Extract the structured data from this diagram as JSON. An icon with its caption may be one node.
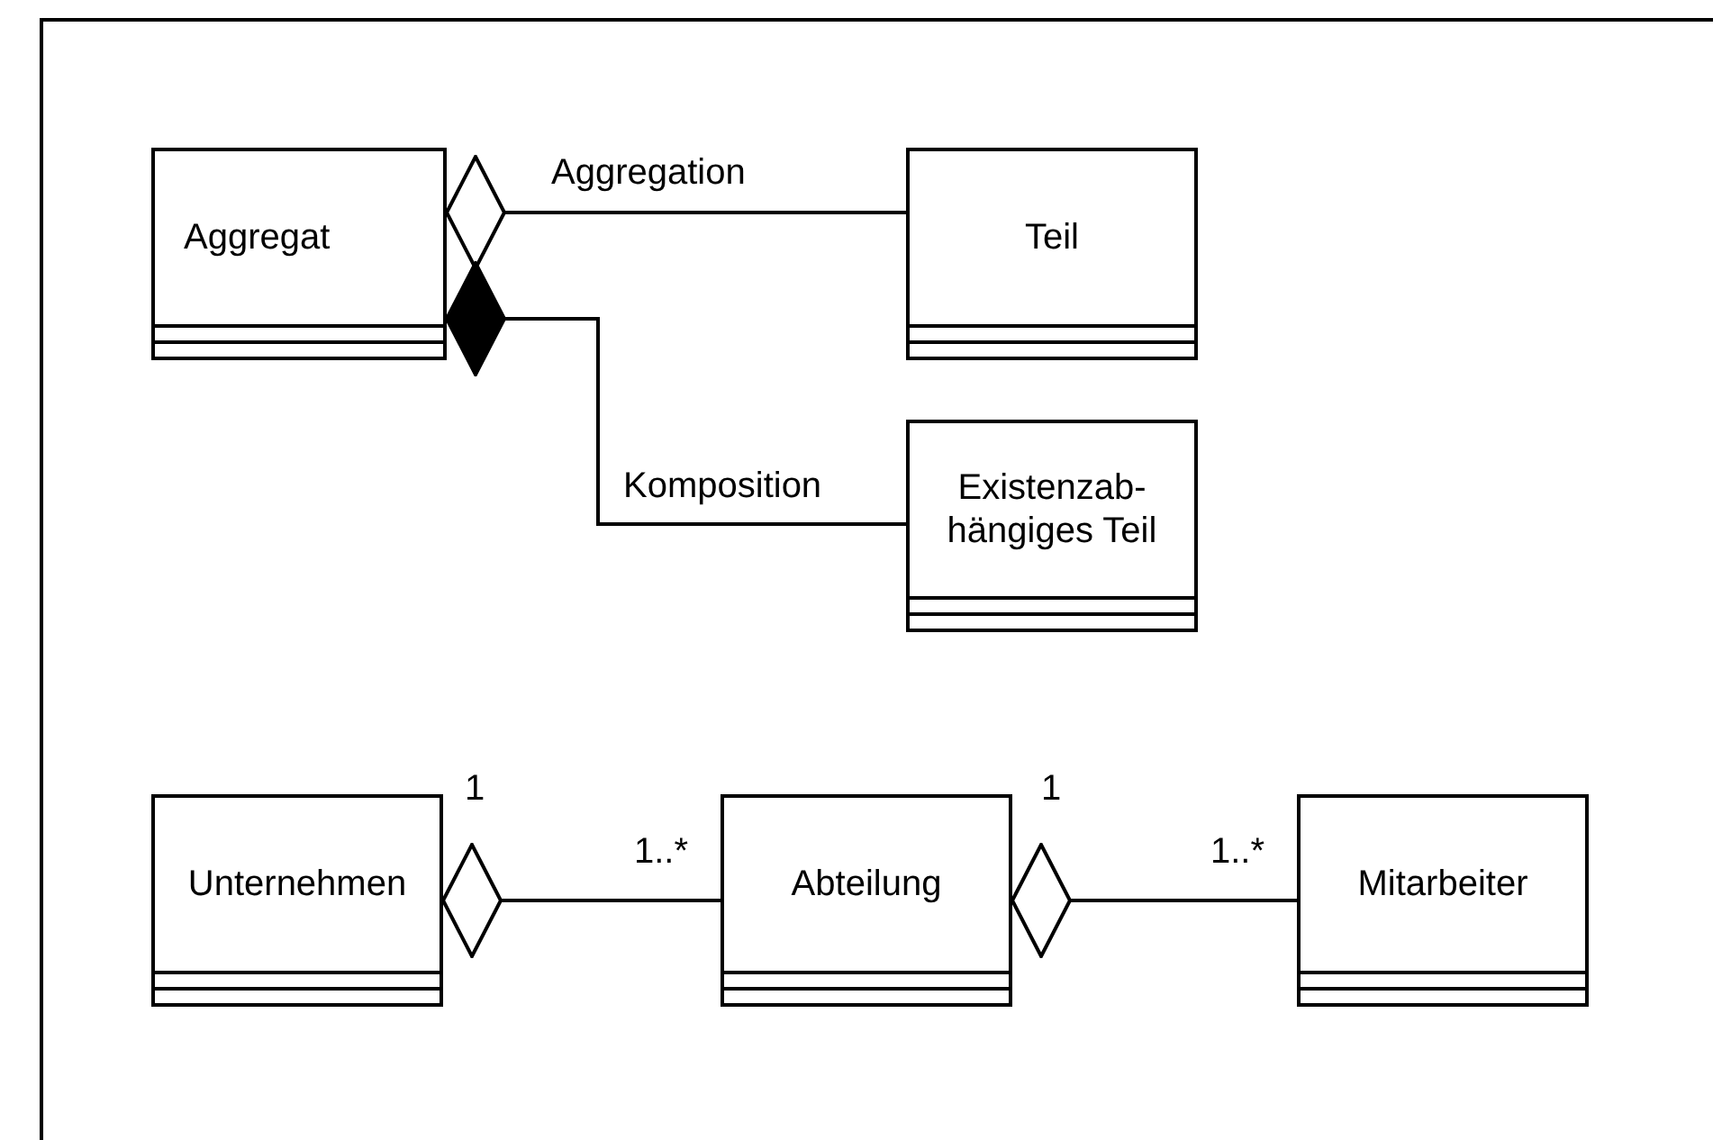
{
  "diagram": {
    "nodes": [
      {
        "text": [
          "Aggregat"
        ]
      },
      {
        "text": [
          "Teil"
        ]
      },
      {
        "text": [
          "Existenzab- hängiges Teil"
        ]
      },
      {
        "text": [
          "Unternehmen"
        ]
      },
      {
        "text": [
          "Abteilung"
        ]
      },
      {
        "text": [
          "Mitarbeiter"
        ]
      }
    ],
    "edges": [
      {
        "from": 0,
        "to": 1,
        "arrow": "other",
        "label": "Aggregation"
      },
      {
        "from": 0,
        "to": 2,
        "arrow": "other",
        "label": "Komposition"
      },
      {
        "from": 3,
        "to": 4,
        "arrow": "other"
      },
      {
        "from": 4,
        "to": 5,
        "arrow": "other"
      }
    ],
    "labels": [
      "1",
      "1..*",
      "1",
      "1..*"
    ]
  }
}
